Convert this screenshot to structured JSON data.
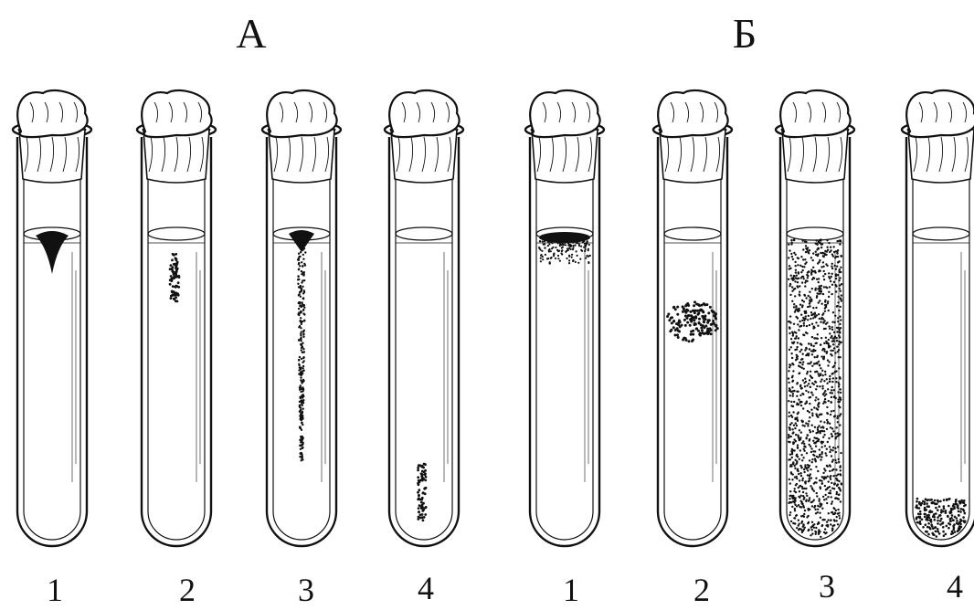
{
  "groups": [
    {
      "label": "А",
      "tubes": [
        {
          "label": "1",
          "growth": "surface-cone"
        },
        {
          "label": "2",
          "growth": "upper-streak"
        },
        {
          "label": "3",
          "growth": "stab-line"
        },
        {
          "label": "4",
          "growth": "bottom-streak"
        }
      ]
    },
    {
      "label": "Б",
      "tubes": [
        {
          "label": "1",
          "growth": "surface-film"
        },
        {
          "label": "2",
          "growth": "middle-cloud"
        },
        {
          "label": "3",
          "growth": "diffuse"
        },
        {
          "label": "4",
          "growth": "bottom-sediment"
        }
      ]
    }
  ],
  "colors": {
    "ink": "#111111",
    "paper": "#ffffff"
  }
}
